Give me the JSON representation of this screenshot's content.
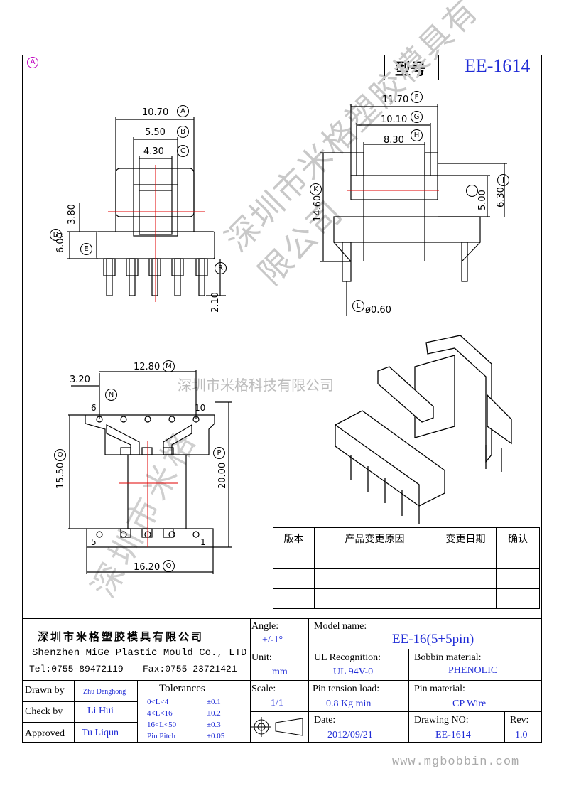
{
  "corner_mark": "A",
  "header": {
    "model_label": "型号",
    "model_value": "EE-1614"
  },
  "dims": {
    "A": "10.70",
    "B": "5.50",
    "C": "4.30",
    "D": "6.00",
    "E": "",
    "d_side": "3.80",
    "R": "2.10",
    "F": "11.70",
    "G": "10.10",
    "H": "8.30",
    "I": "5.00",
    "J": "6.30",
    "K": "14.60",
    "L": "ø0.60",
    "M": "12.80",
    "N": "3.20",
    "O": "15.50",
    "P": "20.00",
    "Q": "16.20"
  },
  "circle_letters": [
    "A",
    "B",
    "C",
    "D",
    "E",
    "R",
    "F",
    "G",
    "H",
    "I",
    "J",
    "K",
    "L",
    "M",
    "N",
    "O",
    "P",
    "Q"
  ],
  "pin_numbers": {
    "p6": "6",
    "p10": "10",
    "p5": "5",
    "p1": "1"
  },
  "watermarks": {
    "diag_right": "深圳市米格塑胶模具有限公司",
    "center": "深圳市米格科技有限公司",
    "diag_left": "深圳市米格",
    "url": "www.mgbobbin.com"
  },
  "revision_table": {
    "headers": [
      "版本",
      "产品变更原因",
      "变更日期",
      "确认"
    ],
    "rows": [
      [
        "",
        "",
        "",
        ""
      ],
      [
        "",
        "",
        "",
        ""
      ],
      [
        "",
        "",
        "",
        ""
      ]
    ]
  },
  "company": {
    "name_cn": "深圳市米格塑胶模具有限公司",
    "name_en": "Shenzhen MiGe Plastic Mould Co., LTD",
    "tel": "Tel:0755-89472119",
    "fax": "Fax:0755-23721421"
  },
  "title_block": {
    "drawn_by_label": "Drawn by",
    "drawn_by": "Zhu Denghong",
    "check_by_label": "Check by",
    "check_by": "Li Hui",
    "approved_label": "Approved",
    "approved": "Tu Liqun",
    "tolerances_label": "Tolerances",
    "tolerances": [
      {
        "range": "0<L<4",
        "value": "±0.1"
      },
      {
        "range": "4<L<16",
        "value": "±0.2"
      },
      {
        "range": "16<L<50",
        "value": "±0.3"
      },
      {
        "range": "Pin Pitch",
        "value": "±0.05"
      }
    ],
    "angle_label": "Angle:",
    "angle": "+/-1°",
    "unit_label": "Unit:",
    "unit": "mm",
    "scale_label": "Scale:",
    "scale": "1/1",
    "model_name_label": "Model name:",
    "model_name": "EE-16(5+5pin)",
    "ul_label": "UL Recognition:",
    "ul": "UL 94V-0",
    "bobbin_label": "Bobbin material:",
    "bobbin": "PHENOLIC",
    "tension_label": "Pin tension load:",
    "tension": "0.8 Kg min",
    "pin_mat_label": "Pin material:",
    "pin_mat": "CP Wire",
    "date_label": "Date:",
    "date": "2012/09/21",
    "drawing_no_label": "Drawing NO:",
    "drawing_no": "EE-1614",
    "rev_label": "Rev:",
    "rev": "1.0"
  },
  "colors": {
    "accent_blue": "#1f2bd6",
    "red_centerline": "#e00000",
    "watermark": "#bbbbbb",
    "corner_magenta": "#c000c0"
  }
}
